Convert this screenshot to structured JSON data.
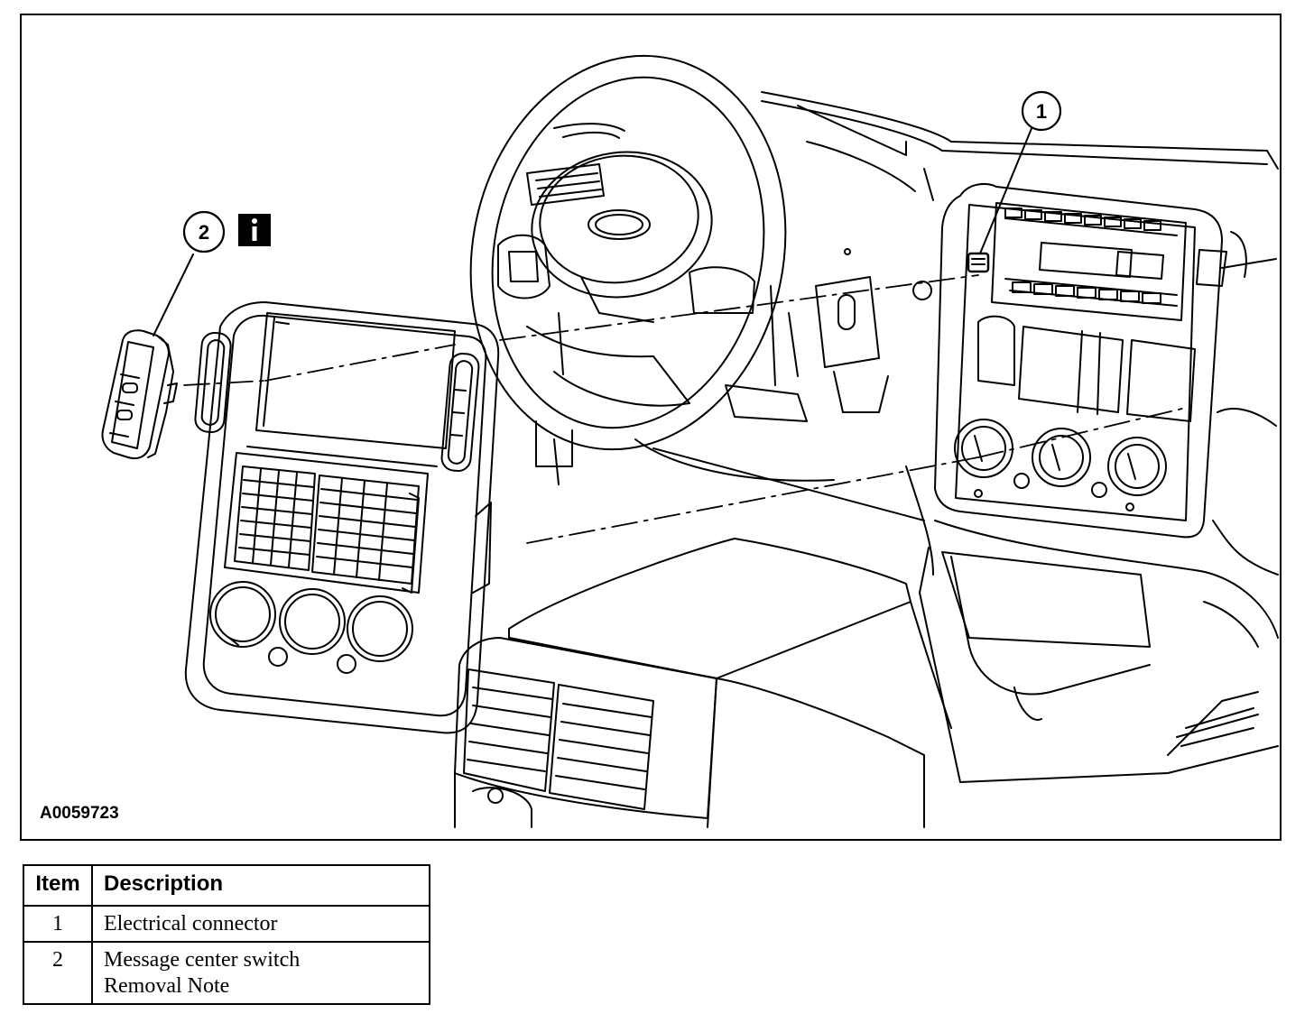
{
  "figure": {
    "id": "A0059723",
    "callouts": [
      {
        "number": "1",
        "target": "electrical-connector"
      },
      {
        "number": "2",
        "target": "message-center-switch",
        "info_icon": "info-icon"
      }
    ]
  },
  "legend": {
    "headers": {
      "item": "Item",
      "description": "Description"
    },
    "rows": [
      {
        "item": "1",
        "description_lines": [
          "Electrical connector"
        ]
      },
      {
        "item": "2",
        "description_lines": [
          "Message center switch",
          "Removal Note"
        ]
      }
    ]
  }
}
